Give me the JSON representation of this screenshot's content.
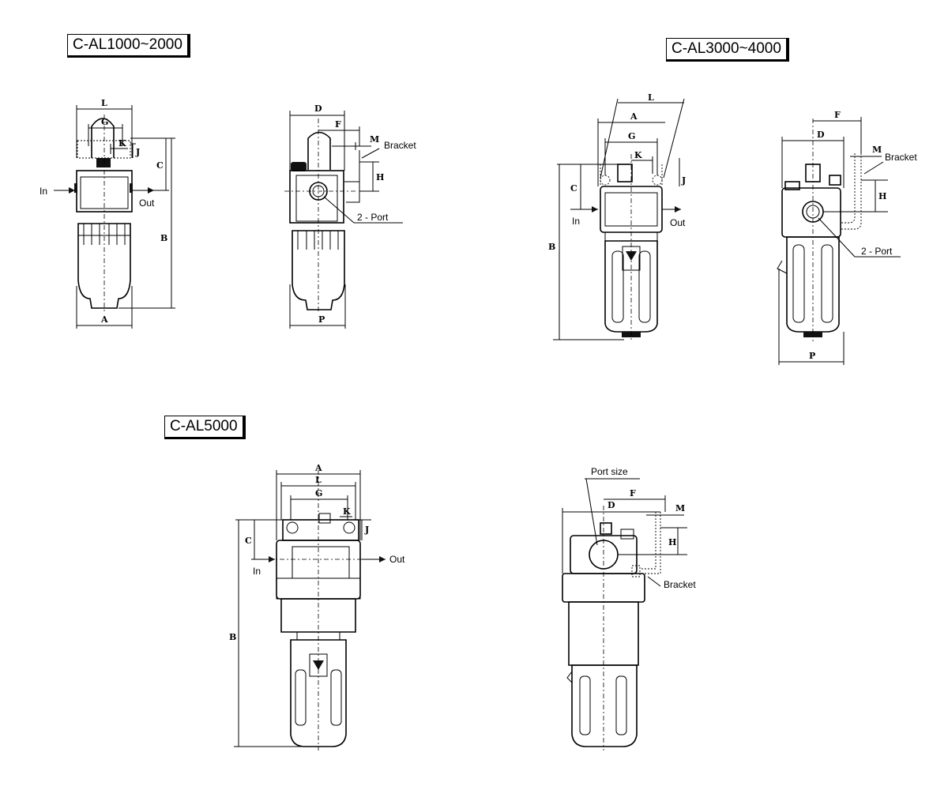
{
  "titles": {
    "t1": "C-AL1000~2000",
    "t2": "C-AL3000~4000",
    "t3": "C-AL5000"
  },
  "dims": {
    "L": "L",
    "G": "G",
    "K": "K",
    "J": "J",
    "C": "C",
    "B": "B",
    "A": "A",
    "D": "D",
    "F": "F",
    "M": "M",
    "H": "H",
    "P": "P"
  },
  "labels": {
    "in": "In",
    "out": "Out",
    "bracket": "Bracket",
    "port2": "2 - Port",
    "port_size": "Port size"
  }
}
